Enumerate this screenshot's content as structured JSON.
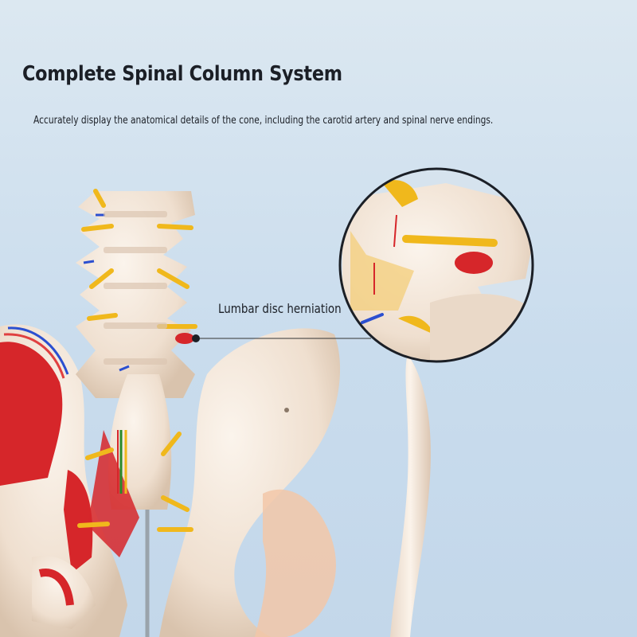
{
  "header": {
    "title": "Complete Spinal Column System",
    "subtitle": "Accurately display the anatomical details of the cone, including the carotid artery and spinal nerve endings."
  },
  "annotation": {
    "label": "Lumbar disc herniation"
  },
  "colors": {
    "background": "#c9dced",
    "bone": "#f4e8dc",
    "muscle": "#d6262a",
    "nerve": "#f0b81c",
    "artery": "#2b4fd0",
    "cartilage": "#f2c7a8"
  }
}
